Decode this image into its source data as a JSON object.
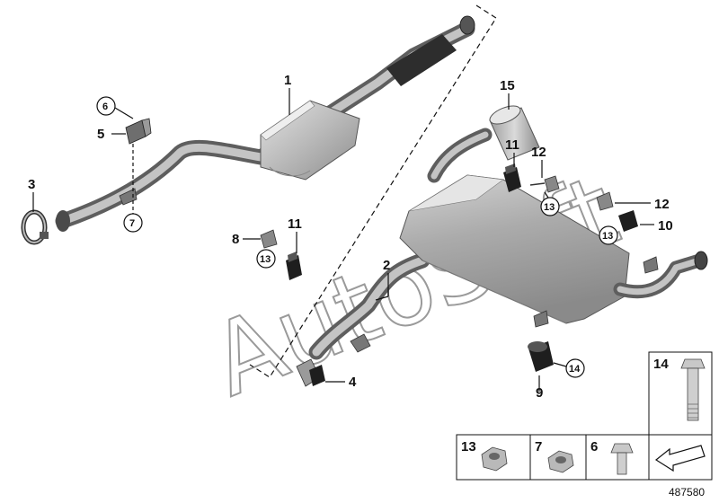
{
  "watermark": "AutoSoft",
  "reference_number": "487580",
  "callouts": {
    "c1": "1",
    "c2": "2",
    "c3": "3",
    "c4": "4",
    "c5": "5",
    "c6": "6",
    "c7": "7",
    "c8": "8",
    "c9": "9",
    "c10": "10",
    "c11a": "11",
    "c11b": "11",
    "c12a": "12",
    "c12b": "12",
    "c13a": "13",
    "c13b": "13",
    "c13c": "13",
    "c14": "14",
    "c15": "15"
  },
  "parts_boxes": {
    "b14": "14",
    "b13": "13",
    "b7": "7",
    "b6": "6"
  },
  "colors": {
    "pipe_dark": "#6f6f6f",
    "pipe_light": "#c9c9c9",
    "body_fill": "#a9a9a9",
    "body_light": "#d6d6d6",
    "rubber": "#1e1e1e"
  }
}
